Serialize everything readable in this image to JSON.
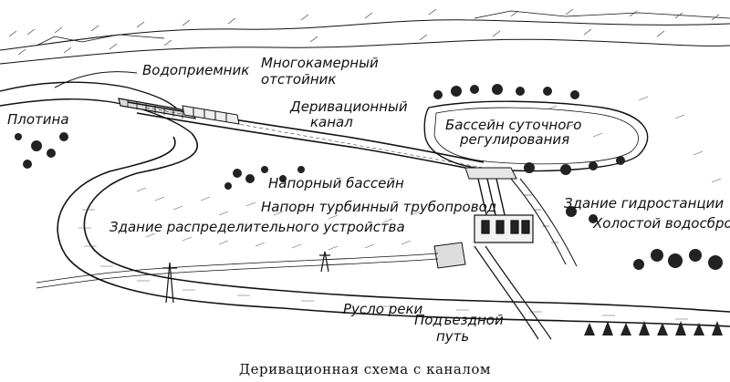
{
  "caption": "Деривационная схема с каналом",
  "labels": {
    "intake": "Водоприемник",
    "settler_line1": "Многокамерный",
    "settler_line2": "отстойник",
    "canal_line1": "Деривационный",
    "canal_line2": "канал",
    "dam": "Плотина",
    "basin_line1": "Бассейн суточного",
    "basin_line2": "регулирования",
    "forebay": "Напорный бассейн",
    "penstock": "Напорн турбинный трубопровод",
    "switchyard": "Здание распределительного устройства",
    "powerhouse": "Здание гидростанции",
    "spillway": "Холостой водосброс",
    "riverbed": "Русло реки",
    "road_line1": "Подъездной",
    "road_line2": "путь"
  },
  "colors": {
    "ink": "#111111",
    "paper": "#ffffff",
    "shade": "#555555"
  }
}
